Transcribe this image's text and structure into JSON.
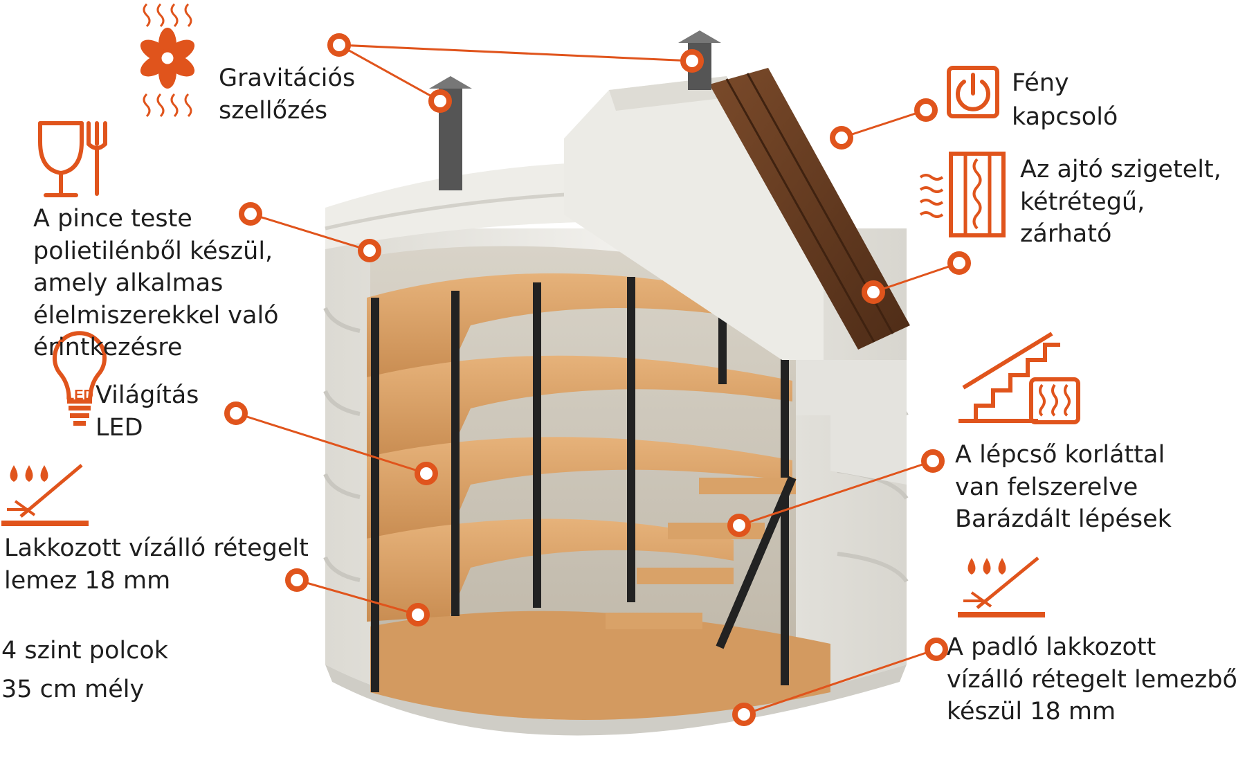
{
  "colors": {
    "accent": "#e0541c",
    "text": "#1e1e1e",
    "plastic": "#ecebe5",
    "plywood": "#d9a26a",
    "door_wood": "#6b3d20",
    "post": "#222222"
  },
  "icons": {
    "ventilation": "fan-with-heat-waves-icon",
    "food_safe": "glass-and-fork-icon",
    "led": "led-bulb-icon",
    "waterproof": "water-drops-surface-icon",
    "light_switch": "power-switch-icon",
    "door": "insulated-door-icon",
    "stairs": "stairs-with-heater-icon"
  },
  "callouts": {
    "ventilation": {
      "lines": [
        "Gravitációs",
        "szellőzés"
      ]
    },
    "body_material": {
      "lines": [
        "A pince teste",
        "polietilénből készül,",
        "amely alkalmas",
        "élelmiszerekkel való",
        "érintkezésre"
      ]
    },
    "lighting": {
      "lines": [
        "Világítás",
        "LED"
      ]
    },
    "plywood": {
      "lines": [
        "Lakkozott vízálló rétegelt",
        "lemez 18 mm"
      ]
    },
    "shelves": {
      "lines": [
        "4 szint polcok",
        "35 cm mély"
      ]
    },
    "light_switch": {
      "lines": [
        "Fény",
        "kapcsoló"
      ]
    },
    "door": {
      "lines": [
        "Az ajtó szigetelt,",
        "kétrétegű,",
        "zárható"
      ]
    },
    "stairs": {
      "lines": [
        "A lépcső korláttal",
        "van felszerelve",
        "Barázdált lépések"
      ]
    },
    "floor": {
      "lines": [
        "A padló lakkozott",
        "vízálló rétegelt lemezből",
        "készül 18 mm"
      ]
    }
  }
}
